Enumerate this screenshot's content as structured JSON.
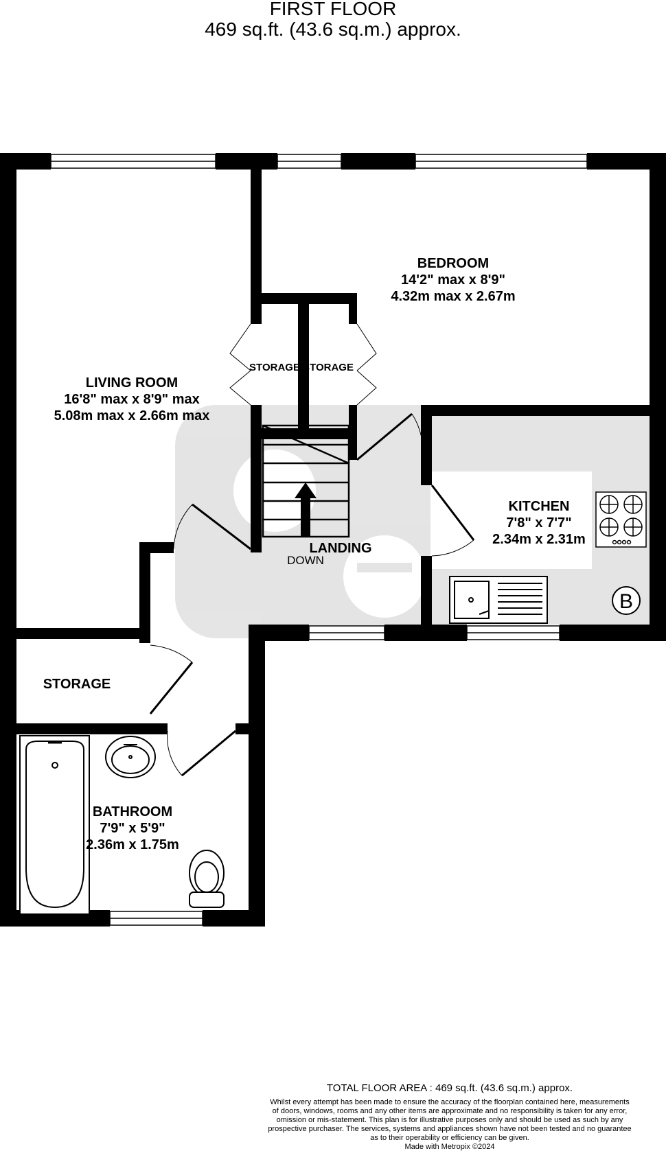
{
  "header": {
    "floor_title": "FIRST FLOOR",
    "floor_area": "469 sq.ft. (43.6 sq.m.) approx."
  },
  "rooms": {
    "bedroom": {
      "name": "BEDROOM",
      "dim_imperial": "14'2\" max x 8'9\"",
      "dim_metric": "4.32m max x 2.67m"
    },
    "living_room": {
      "name": "LIVING ROOM",
      "dim_imperial": "16'8\" max x 8'9\" max",
      "dim_metric": "5.08m max x 2.66m max"
    },
    "kitchen": {
      "name": "KITCHEN",
      "dim_imperial": "7'8\"  x 7'7\"",
      "dim_metric": "2.34m  x 2.31m"
    },
    "bathroom": {
      "name": "BATHROOM",
      "dim_imperial": "7'9\"  x 5'9\"",
      "dim_metric": "2.36m  x 1.75m"
    },
    "landing": {
      "name": "LANDING",
      "stair_label": "DOWN"
    },
    "storage_left": {
      "name": "STORAGE"
    },
    "storage_right": {
      "name": "STORAGE"
    },
    "storage_main": {
      "name": "STORAGE"
    }
  },
  "boiler_symbol": "B",
  "footer": {
    "total_area": "TOTAL FLOOR AREA : 469 sq.ft. (43.6 sq.m.) approx.",
    "disclaimer_lines": [
      "Whilst every attempt has been made to ensure the accuracy of the floorplan contained here, measurements",
      "of doors, windows, rooms and any other items are approximate and no responsibility is taken for any error,",
      "omission or mis-statement. This plan is for illustrative purposes only and should be used as such by any",
      "prospective purchaser. The services, systems and appliances shown have not been tested and no guarantee",
      "as to their operability or efficiency can be given."
    ],
    "made_with": "Made with Metropix ©2024"
  },
  "colors": {
    "wall": "#000000",
    "kitchen_floor": "#e4e4e4",
    "watermark": "#cfcfcf"
  }
}
